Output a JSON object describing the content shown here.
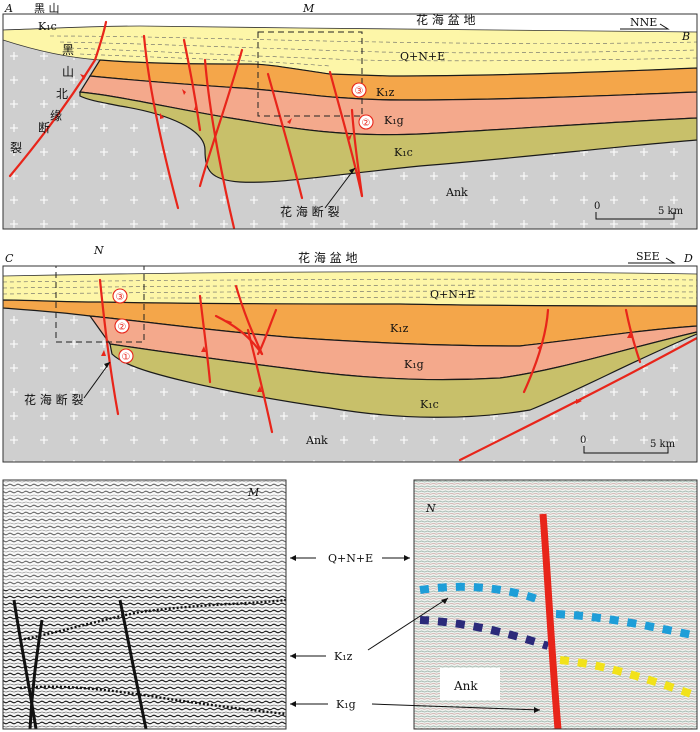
{
  "section_ab": {
    "end_left": "A",
    "end_right": "B",
    "top_left_label": "黑 山",
    "basin_name": "花 海 盆 地",
    "direction": "NNE",
    "box_label": "M",
    "fault_zone_chars": [
      "黑",
      "山",
      "北",
      "缘",
      "断",
      "裂"
    ],
    "layers": {
      "cover": "Q+N+E",
      "k1z": "K₁z",
      "k1g": "K₁g",
      "k1c": "K₁c",
      "basement": "Ank",
      "k1c_top_left": "K₁c"
    },
    "circles": [
      "③",
      "②"
    ],
    "fault_name": "花 海 断 裂",
    "scale": {
      "start": "0",
      "end": "5 km"
    }
  },
  "section_cd": {
    "end_left": "C",
    "end_right": "D",
    "basin_name": "花 海 盆 地",
    "direction": "SEE",
    "box_label": "N",
    "layers": {
      "cover": "Q+N+E",
      "k1z": "K₁z",
      "k1g": "K₁g",
      "k1c": "K₁c",
      "basement": "Ank"
    },
    "circles": [
      "③",
      "②",
      "①"
    ],
    "fault_name": "花 海 断 裂",
    "scale": {
      "start": "0",
      "end": "5 km"
    }
  },
  "seismic_m": {
    "label": "M"
  },
  "seismic_n": {
    "label": "N",
    "basement": "Ank"
  },
  "callouts": {
    "cover": "Q+N+E",
    "k1z": "K₁z",
    "k1g": "K₁g"
  },
  "colors": {
    "cover": "#fdf6a8",
    "k1z": "#f4a64a",
    "k1g": "#f4a98c",
    "k1c": "#c8c06a",
    "basement": "#cfcfcf",
    "fault": "#e8251a",
    "marker_cyan": "#1e9ed8",
    "marker_navy": "#2b2a7a",
    "marker_yellow": "#f2e21a"
  }
}
